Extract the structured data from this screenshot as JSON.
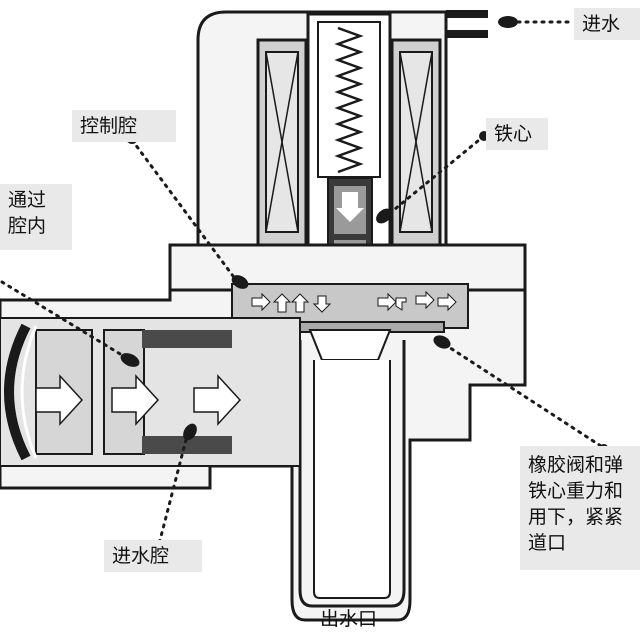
{
  "labels": {
    "inlet": "进水",
    "control_chamber": "控制腔",
    "iron_core": "铁心",
    "passes_into_chamber": "通过\n腔内",
    "inlet_chamber": "进水腔",
    "outlet": "出水口",
    "rubber_valve_note": "橡胶阀和弹\n铁心重力和\n用下，紧紧\n道口"
  },
  "colors": {
    "line": "#1a1a1a",
    "body_fill": "#f4f4f4",
    "chamber_fill": "#c8c8c8",
    "coil_fill": "#cfcfcf",
    "label_bg": "#e9e9e9",
    "core_dark": "#2a2a2a"
  }
}
